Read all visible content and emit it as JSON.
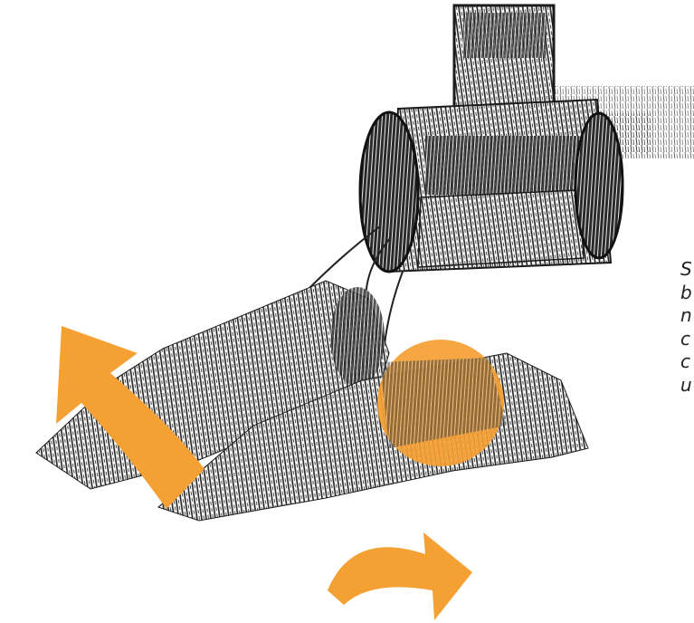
{
  "illustration": {
    "subject": "skidder-pulling-log-icon",
    "accent_color": "#f5a033",
    "ink_color": "#1c1c1c"
  },
  "caption": {
    "lines": [
      "S",
      "b",
      "n",
      "c",
      "c",
      "u"
    ]
  }
}
